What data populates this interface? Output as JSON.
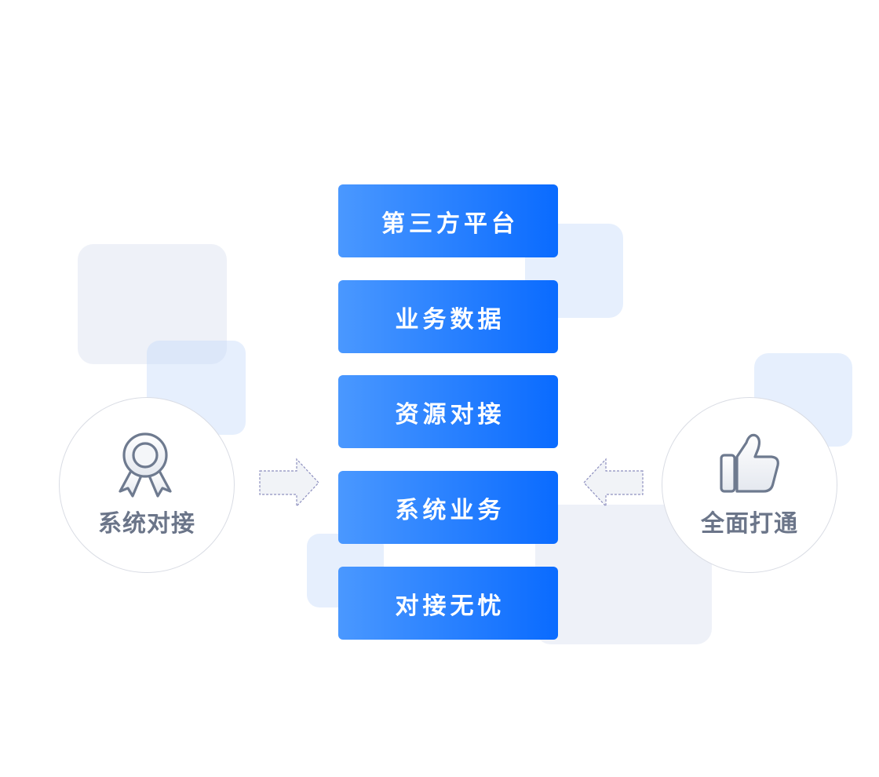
{
  "center_blocks": [
    {
      "label": "第三方平台"
    },
    {
      "label": "业务数据"
    },
    {
      "label": "资源对接"
    },
    {
      "label": "系统业务"
    },
    {
      "label": "对接无忧"
    }
  ],
  "left_badge": {
    "label": "系统对接",
    "icon": "award-ribbon-icon"
  },
  "right_badge": {
    "label": "全面打通",
    "icon": "thumbs-up-icon"
  },
  "arrows": {
    "left": "arrow-right-icon",
    "right": "arrow-left-icon"
  },
  "colors": {
    "block_gradient_start": "#4a98ff",
    "block_gradient_end": "#0a6bff",
    "block_text": "#ffffff",
    "badge_text": "#6b7589",
    "icon_stroke": "#6e7a8f",
    "arrow_stroke": "#8d8fbf",
    "arrow_fill": "#f1f3f7",
    "decor_blue": "#e5eefd",
    "decor_gray": "#eef1f8"
  }
}
